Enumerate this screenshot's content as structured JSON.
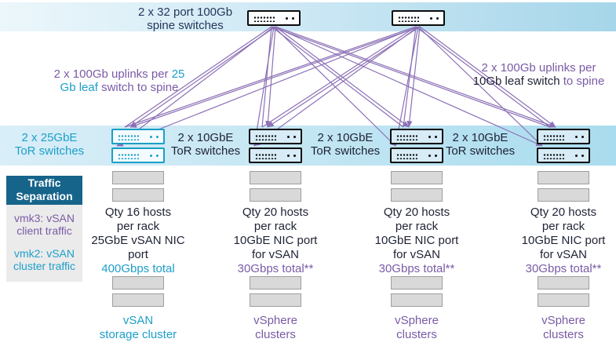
{
  "spine": {
    "label_line1": "2 x 32 port 100Gb",
    "label_line2": "spine switches",
    "switch_count": 2
  },
  "left_note": {
    "purple_1": "2 x 100Gb uplinks per ",
    "teal_1": "25",
    "teal_2": "Gb leaf",
    "purple_2": " switch to spine"
  },
  "right_note": {
    "purple_1": "2 x 100Gb uplinks per",
    "black_1": "10Gb leaf switch ",
    "purple_2": "to spine"
  },
  "sidebar": {
    "header_line1": "Traffic",
    "header_line2": "Separation",
    "vmk3_line1": "vmk3: vSAN",
    "vmk3_line2": "client traffic",
    "vmk2_line1": "vmk2: vSAN",
    "vmk2_line2": "cluster traffic"
  },
  "racks": [
    {
      "tor_label_line1": "2 x 25GbE",
      "tor_label_line2": "ToR switches",
      "desc": [
        "Qty 16 hosts",
        "per rack",
        "25GbE vSAN NIC",
        "port"
      ],
      "total": "400Gbps total",
      "cluster_line1": "vSAN",
      "cluster_line2": "storage cluster"
    },
    {
      "tor_label_line1": "2 x 10GbE",
      "tor_label_line2": "ToR switches",
      "desc": [
        "Qty 20 hosts",
        "per rack",
        "10GbE NIC port",
        "for vSAN"
      ],
      "total": "30Gbps total**",
      "cluster_line1": "vSphere",
      "cluster_line2": "clusters"
    },
    {
      "tor_label_line1": "2 x 10GbE",
      "tor_label_line2": "ToR switches",
      "desc": [
        "Qty 20 hosts",
        "per rack",
        "10GbE NIC port",
        "for vSAN"
      ],
      "total": "30Gbps total**",
      "cluster_line1": "vSphere",
      "cluster_line2": "clusters"
    },
    {
      "tor_label_line1": "2 x 10GbE",
      "tor_label_line2": "ToR switches",
      "desc": [
        "Qty 20 hosts",
        "per rack",
        "10GbE NIC port",
        "for vSAN"
      ],
      "total": "30Gbps total**",
      "cluster_line1": "vSphere",
      "cluster_line2": "clusters"
    }
  ],
  "colors": {
    "teal": "#1c9fc9",
    "purple": "#7a5ba6",
    "line_purple": "#8c70b6",
    "navy": "#24375b",
    "sidebar_header_bg": "#16648a",
    "band_blue": "#a6d6ea",
    "server_gray": "#d9d9d9"
  }
}
